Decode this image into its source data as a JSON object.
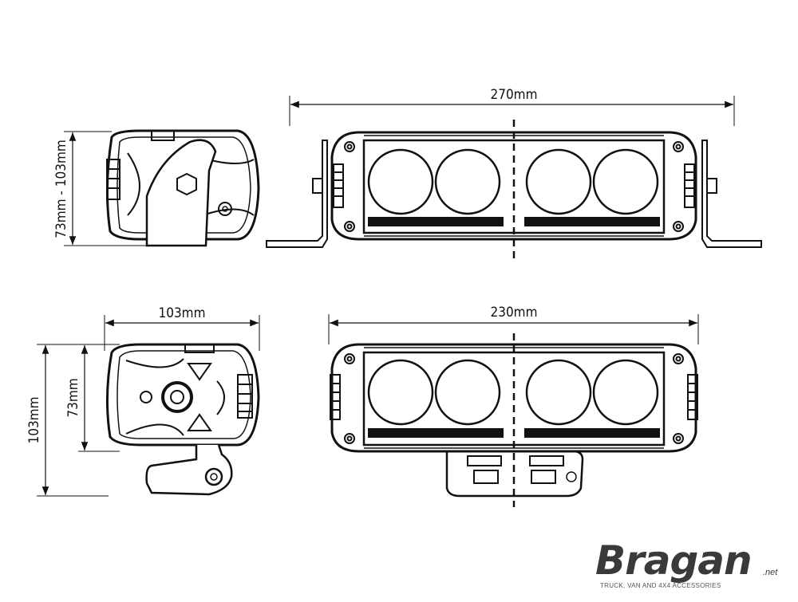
{
  "dimensions": {
    "width_top": "270mm",
    "height_range_side": "73mm - 103mm",
    "depth_side": "103mm",
    "width_bottom": "230mm",
    "height_front_small": "73mm",
    "height_front_total": "103mm"
  },
  "logo": {
    "word": "Bragan",
    "suffix": ".net",
    "tagline": "TRUCK, VAN AND 4X4 ACCESSORIES"
  },
  "colors": {
    "line": "#111111",
    "logo": "#3a3a3a"
  }
}
